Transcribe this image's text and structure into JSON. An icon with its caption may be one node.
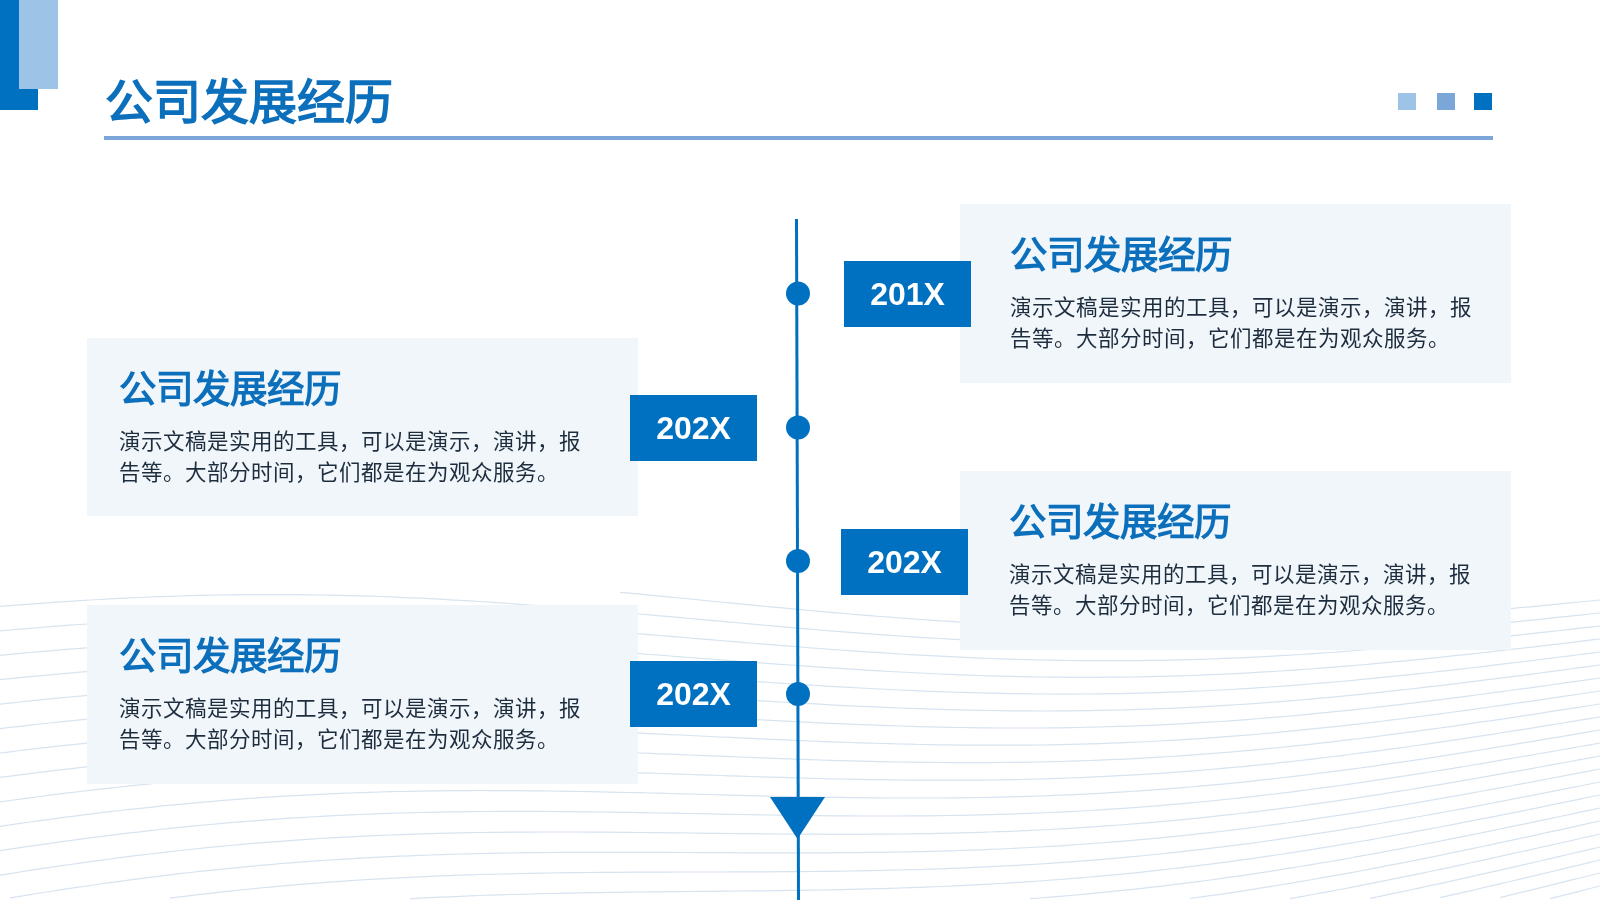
{
  "diagram": {
    "title": "公司发展经历",
    "nodes": [
      {
        "text": [
          "201X"
        ]
      },
      {
        "text": [
          "公司发展经历",
          "演示文稿是实用的工具，可以是演示，演讲，报告等。大部分时间，它们都是在为观众服务。"
        ]
      },
      {
        "text": [
          "公司发展经历",
          "演示文稿是实用的工具，可以是演示，演讲，报告等。大部分时间，它们都是在为观众服务。"
        ]
      },
      {
        "text": [
          "202X"
        ]
      },
      {
        "text": [
          "202X"
        ]
      },
      {
        "text": [
          "公司发展经历",
          "演示文稿是实用的工具，可以是演示，演讲，报告等。大部分时间，它们都是在为观众服务。"
        ]
      },
      {
        "text": [
          "公司发展经历",
          "演示文稿是实用的工具，可以是演示，演讲，报告等。大部分时间，它们都是在为观众服务。"
        ]
      },
      {
        "text": [
          "202X"
        ]
      }
    ]
  }
}
